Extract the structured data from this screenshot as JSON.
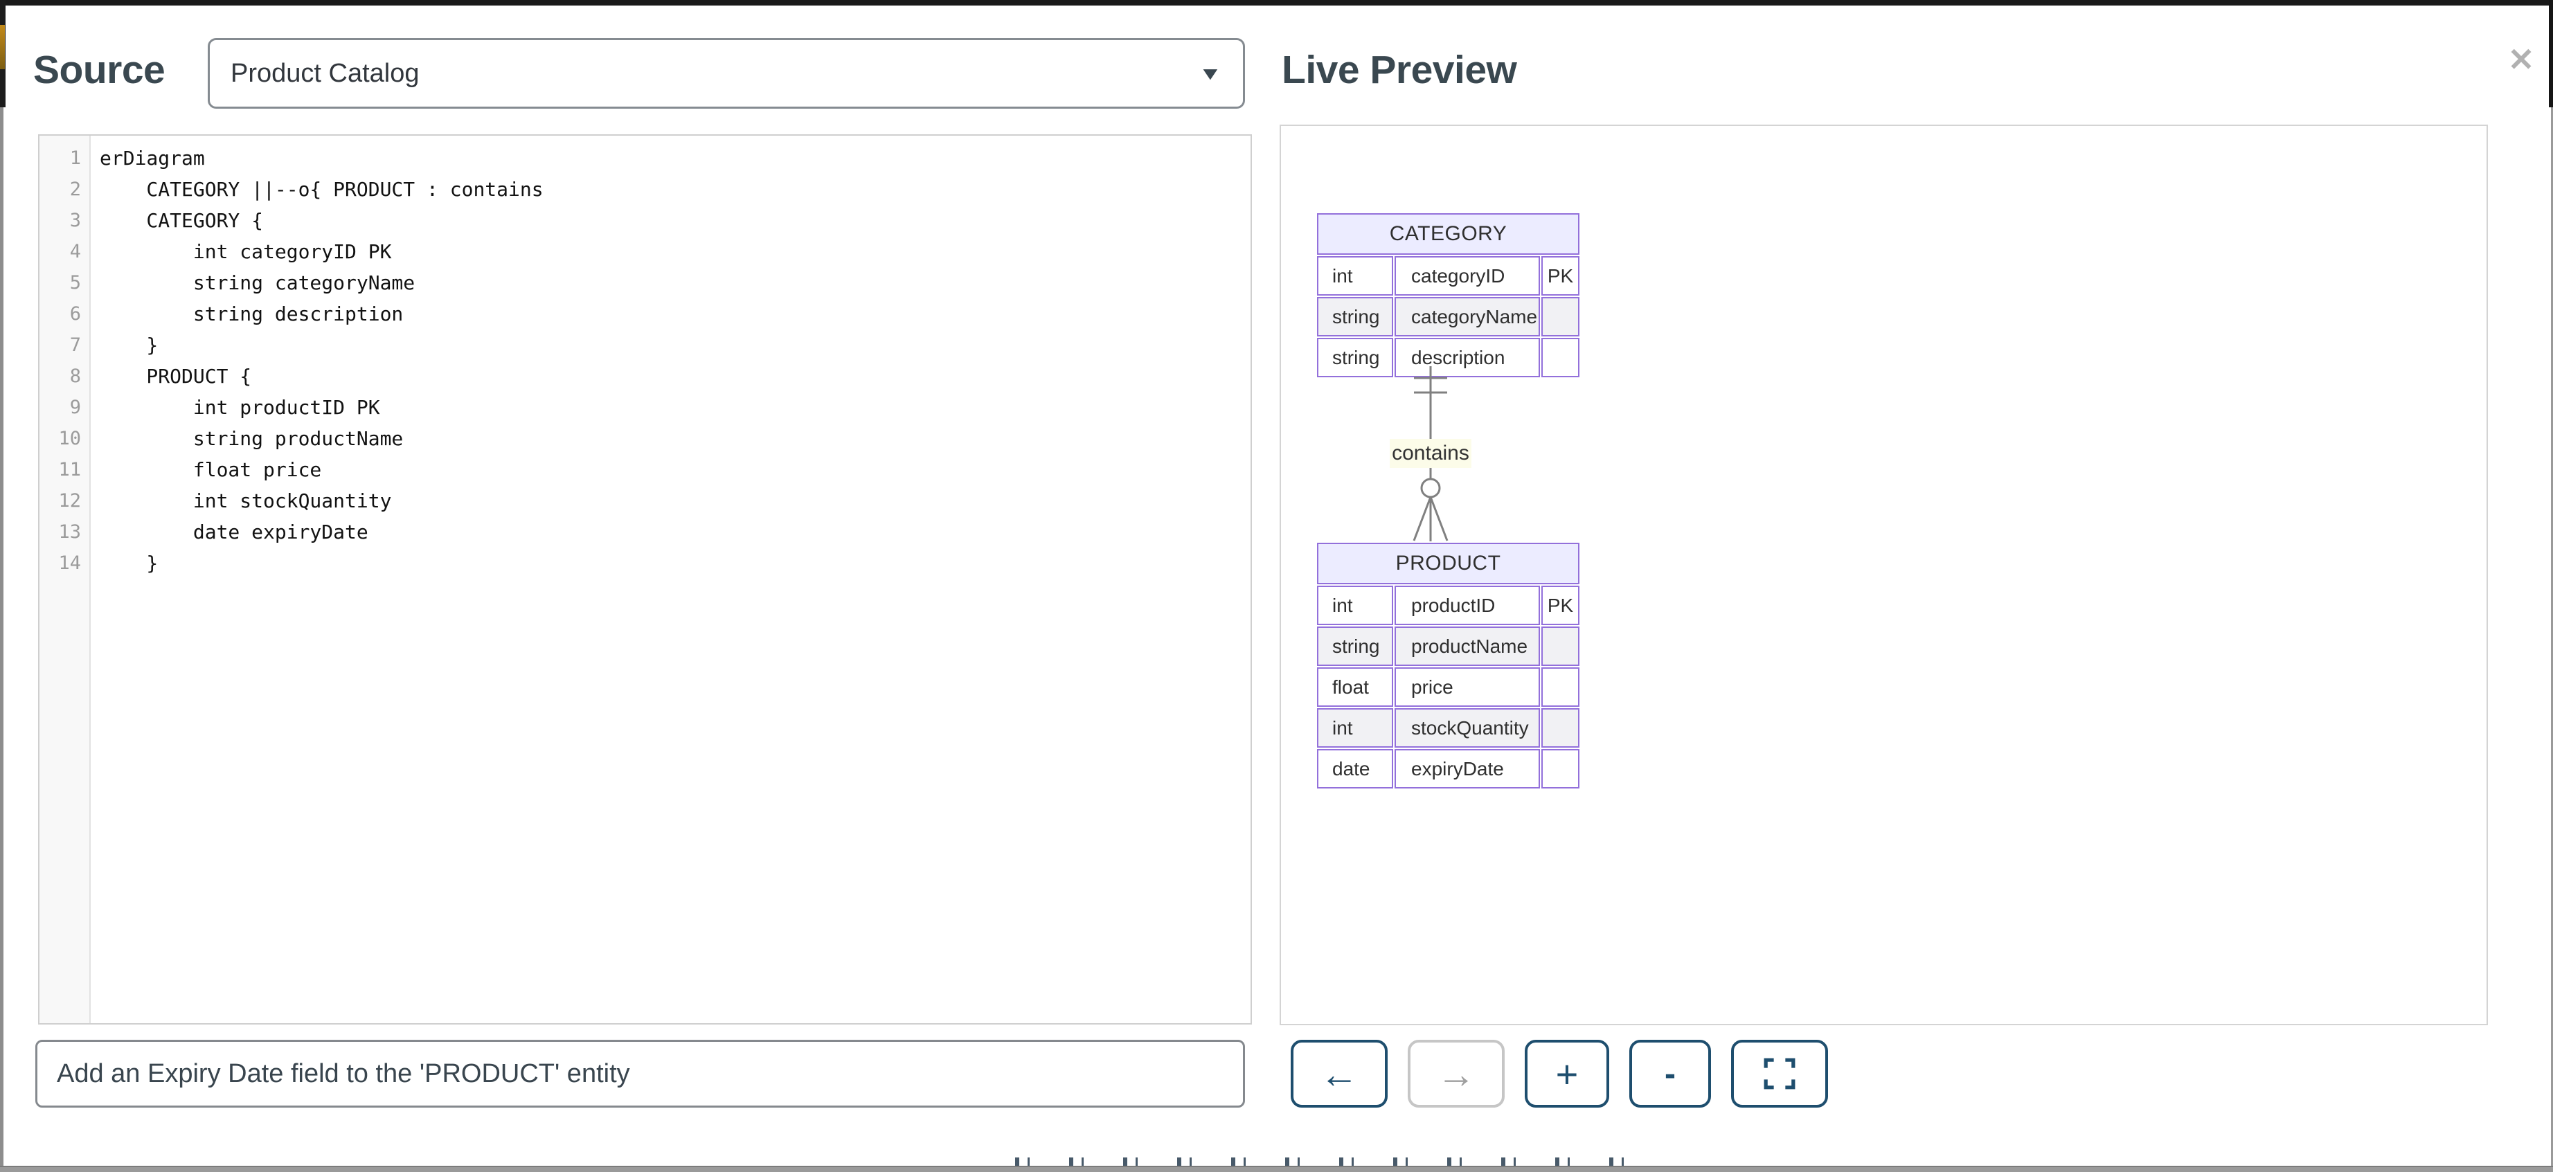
{
  "window": {
    "close_icon": "✕"
  },
  "source_panel": {
    "title": "Source",
    "diagram_select": {
      "value": "Product Catalog",
      "caret": "▼"
    },
    "code_lines": [
      "erDiagram",
      "    CATEGORY ||--o{ PRODUCT : contains",
      "    CATEGORY {",
      "        int categoryID PK",
      "        string categoryName",
      "        string description",
      "    }",
      "    PRODUCT {",
      "        int productID PK",
      "        string productName",
      "        float price",
      "        int stockQuantity",
      "        date expiryDate",
      "    }"
    ],
    "prompt_input": {
      "value": "Add an Expiry Date field to the 'PRODUCT' entity"
    }
  },
  "preview_panel": {
    "title": "Live Preview",
    "diagram": {
      "entities": [
        {
          "name": "CATEGORY",
          "rows": [
            [
              "int",
              "categoryID",
              "PK"
            ],
            [
              "string",
              "categoryName",
              ""
            ],
            [
              "string",
              "description",
              ""
            ]
          ]
        },
        {
          "name": "PRODUCT",
          "rows": [
            [
              "int",
              "productID",
              "PK"
            ],
            [
              "string",
              "productName",
              ""
            ],
            [
              "float",
              "price",
              ""
            ],
            [
              "int",
              "stockQuantity",
              ""
            ],
            [
              "date",
              "expiryDate",
              ""
            ]
          ]
        }
      ],
      "relationship": {
        "from": "CATEGORY",
        "to": "PRODUCT",
        "label": "contains",
        "cardinality": "one-to-zero-or-many"
      }
    },
    "toolbar": [
      {
        "name": "back",
        "glyph": "←",
        "disabled": false
      },
      {
        "name": "forward",
        "glyph": "→",
        "disabled": true
      },
      {
        "name": "zoom-in",
        "glyph": "+",
        "disabled": false
      },
      {
        "name": "zoom-out",
        "glyph": "-",
        "disabled": false
      },
      {
        "name": "fullscreen",
        "glyph": "fullscreen-icon",
        "disabled": false
      }
    ],
    "colors": {
      "entity_header_bg": "#ECECFF",
      "entity_border": "#9370DB",
      "row_alt_bg": "#f1f1f4",
      "relation_line": "#808080",
      "label_bg": "#fcfce9",
      "accent_navy": "#1e4e6e"
    }
  }
}
